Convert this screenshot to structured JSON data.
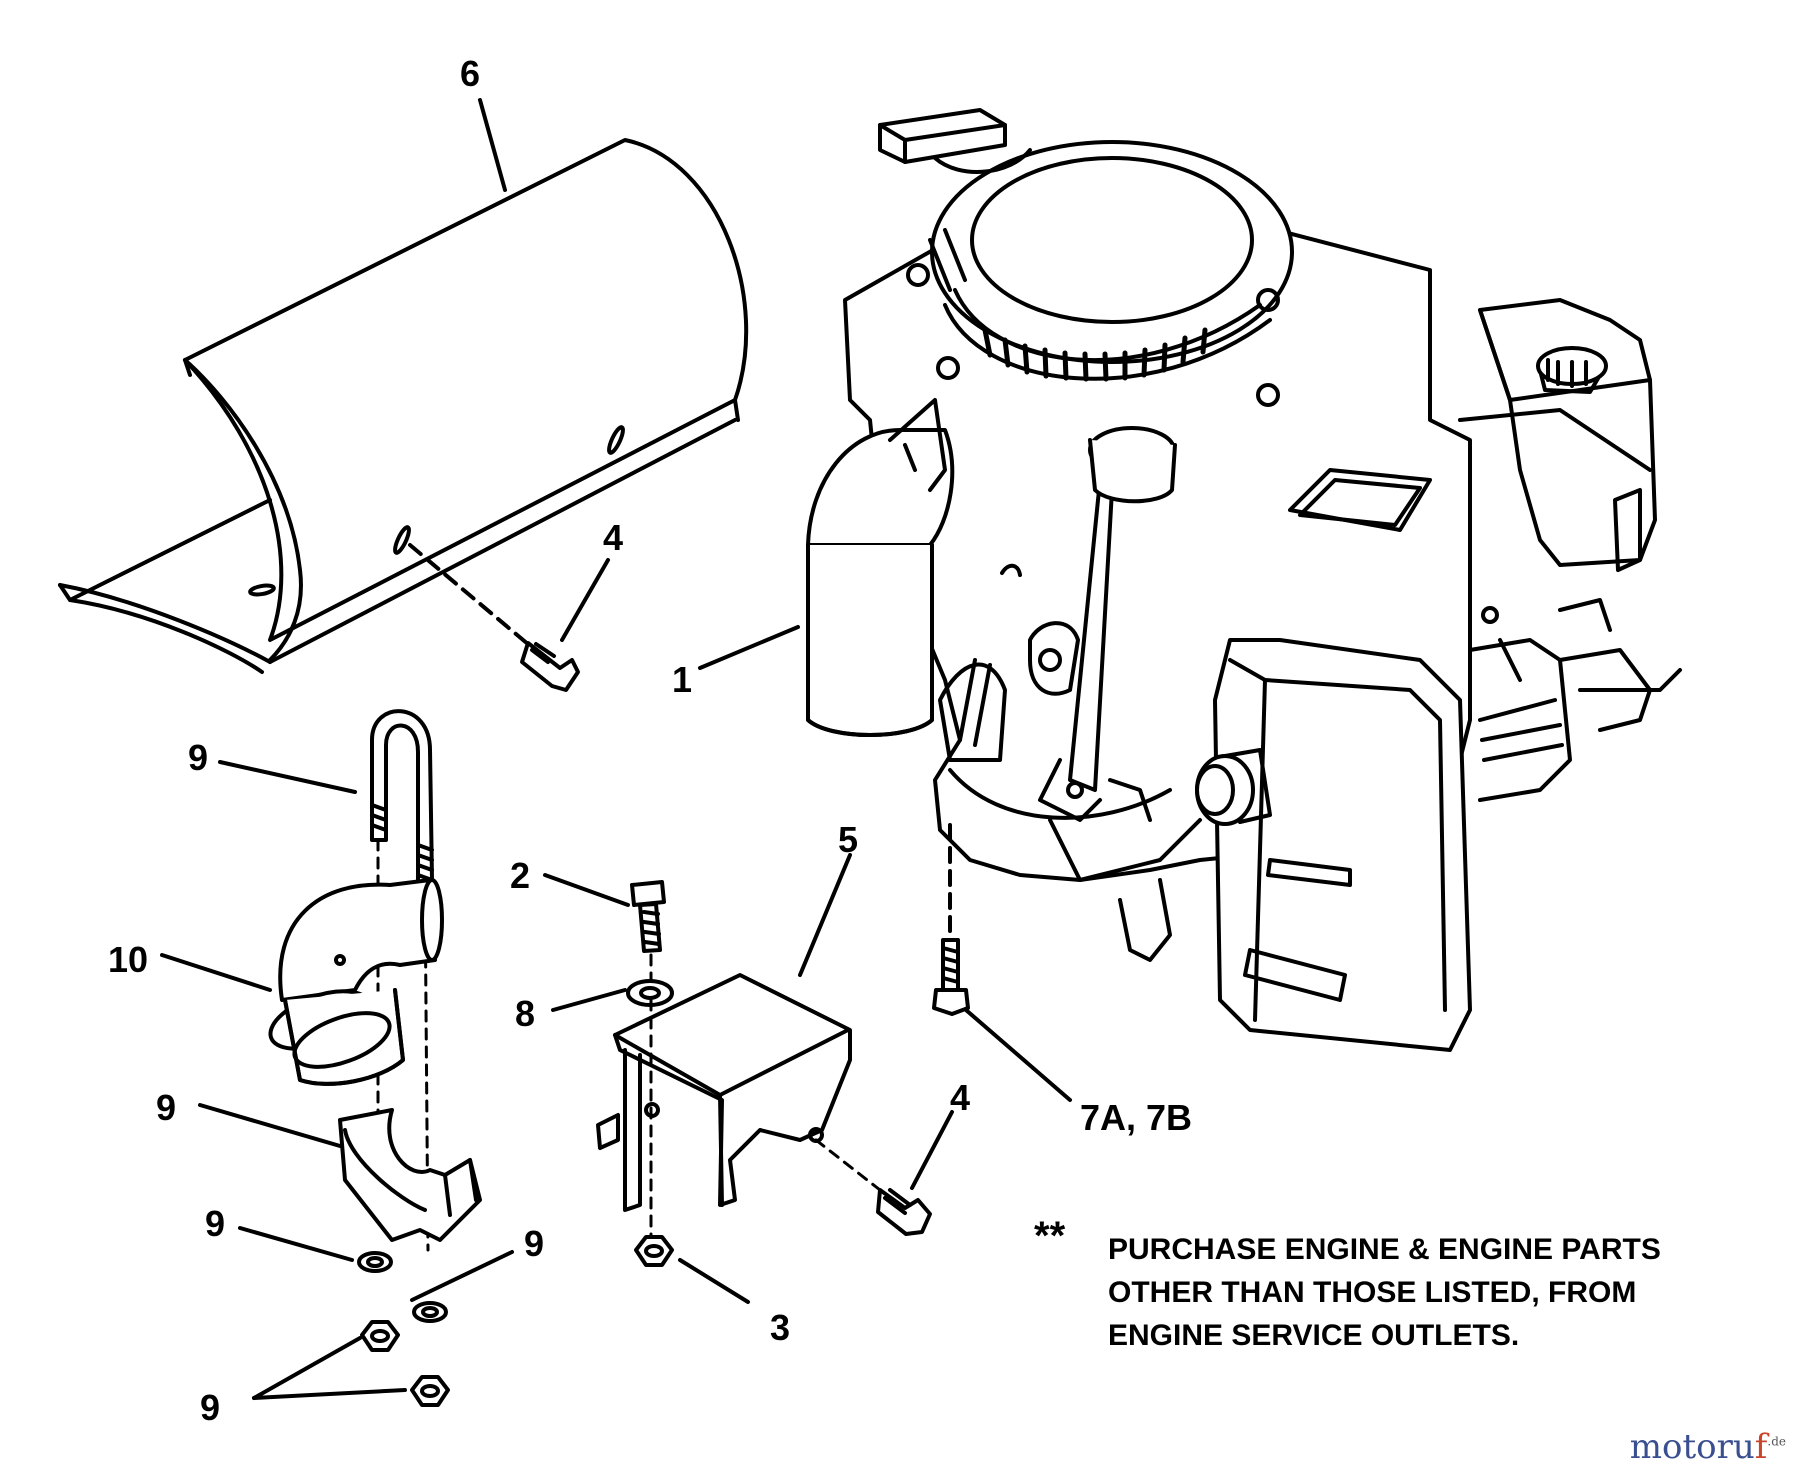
{
  "callouts": [
    {
      "id": "1",
      "label": "1"
    },
    {
      "id": "2",
      "label": "2"
    },
    {
      "id": "3",
      "label": "3"
    },
    {
      "id": "4a",
      "label": "4"
    },
    {
      "id": "4b",
      "label": "4"
    },
    {
      "id": "5",
      "label": "5"
    },
    {
      "id": "6",
      "label": "6"
    },
    {
      "id": "7",
      "label": "7A, 7B"
    },
    {
      "id": "8",
      "label": "8"
    },
    {
      "id": "9a",
      "label": "9"
    },
    {
      "id": "9b",
      "label": "9"
    },
    {
      "id": "9c",
      "label": "9"
    },
    {
      "id": "9d",
      "label": "9"
    },
    {
      "id": "9e",
      "label": "9"
    },
    {
      "id": "10",
      "label": "10"
    }
  ],
  "note": {
    "marker": "**",
    "lines": [
      "PURCHASE ENGINE & ENGINE PARTS",
      "OTHER THAN THOSE LISTED, FROM",
      "ENGINE SERVICE OUTLETS."
    ]
  },
  "watermark": {
    "text_main": "motoru",
    "text_accent": "f",
    "text_suffix": ".de"
  }
}
